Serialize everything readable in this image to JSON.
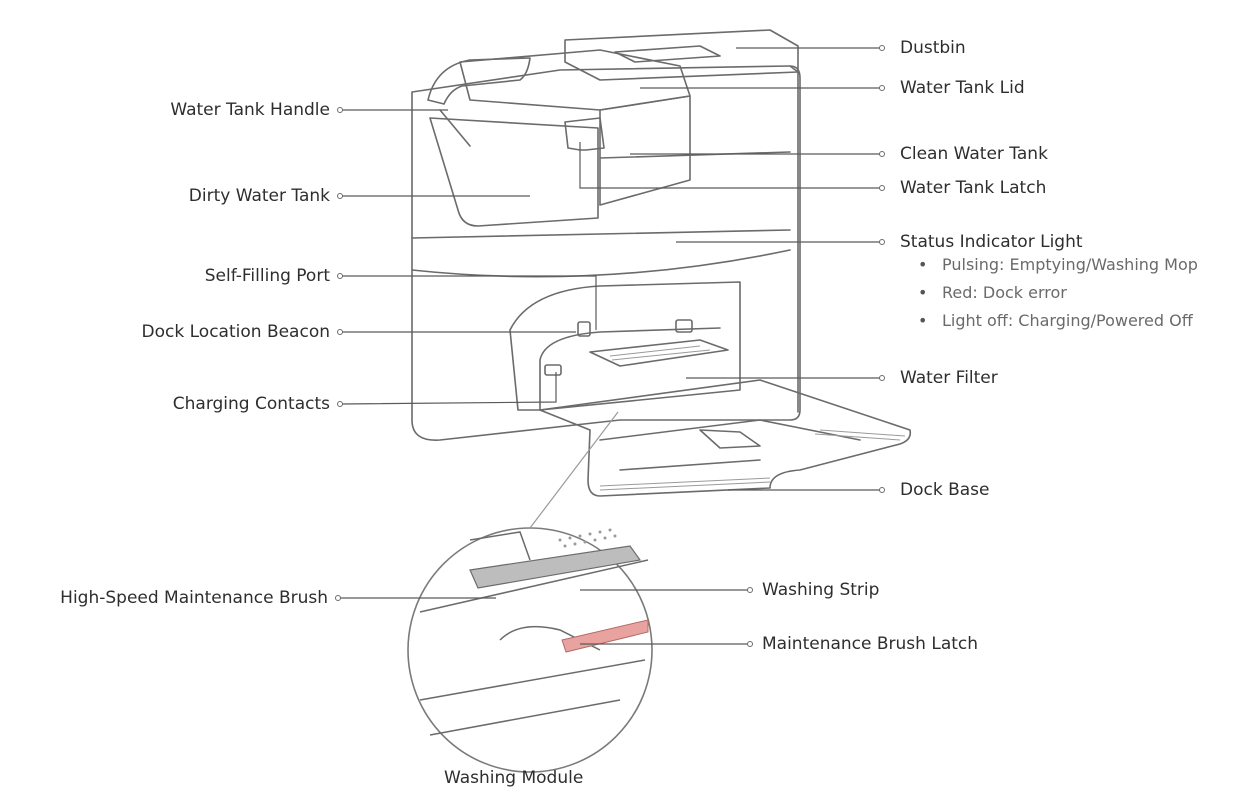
{
  "labels_right": [
    {
      "id": "dustbin",
      "text": "Dustbin"
    },
    {
      "id": "water-tank-lid",
      "text": "Water Tank Lid"
    },
    {
      "id": "clean-water-tank",
      "text": "Clean Water Tank"
    },
    {
      "id": "water-tank-latch",
      "text": "Water Tank Latch"
    },
    {
      "id": "status-indicator-light",
      "text": "Status Indicator Light"
    },
    {
      "id": "water-filter",
      "text": "Water Filter"
    },
    {
      "id": "dock-base",
      "text": "Dock Base"
    }
  ],
  "status_details": [
    "Pulsing: Emptying/Washing Mop",
    "Red: Dock error",
    "Light off: Charging/Powered Off"
  ],
  "labels_left": [
    {
      "id": "water-tank-handle",
      "text": "Water Tank Handle"
    },
    {
      "id": "dirty-water-tank",
      "text": "Dirty Water Tank"
    },
    {
      "id": "self-filling-port",
      "text": "Self-Filling Port"
    },
    {
      "id": "dock-location-beacon",
      "text": "Dock Location Beacon"
    },
    {
      "id": "charging-contacts",
      "text": "Charging Contacts"
    }
  ],
  "inset_labels": [
    {
      "id": "high-speed-maintenance-brush",
      "text": "High-Speed Maintenance Brush"
    },
    {
      "id": "washing-strip",
      "text": "Washing Strip"
    },
    {
      "id": "maintenance-brush-latch",
      "text": "Maintenance Brush Latch"
    }
  ],
  "inset_caption": "Washing Module",
  "colors": {
    "line": "#5a5a5a",
    "outline": "#6b6b6b",
    "latch_highlight": "#e8a3a0",
    "strip_gray": "#bdbdbd"
  }
}
